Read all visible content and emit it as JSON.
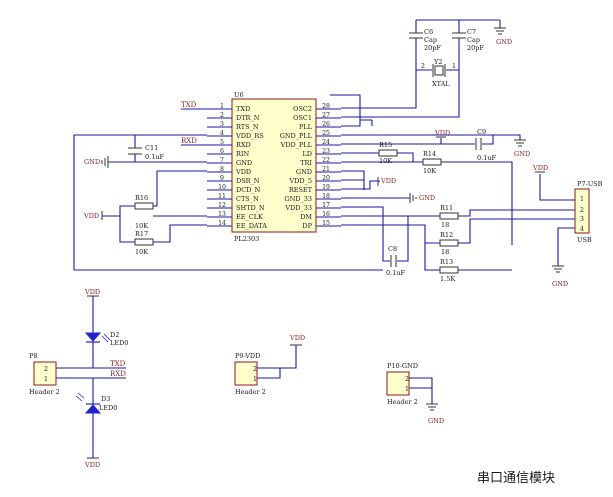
{
  "title": "串口通信模块",
  "colors": {
    "wire": "#1a1aa6",
    "body": "#8b1a1a",
    "header_fill": "#ffffcc",
    "led": "#2222cc"
  },
  "ic": {
    "ref": "U6",
    "part": "PL2303",
    "left_pins": [
      {
        "num": "1",
        "name": "TXD"
      },
      {
        "num": "2",
        "name": "DTR_N"
      },
      {
        "num": "3",
        "name": "RTS_N"
      },
      {
        "num": "4",
        "name": "VDD_RS"
      },
      {
        "num": "5",
        "name": "RXD"
      },
      {
        "num": "6",
        "name": "RIN"
      },
      {
        "num": "7",
        "name": "GND"
      },
      {
        "num": "8",
        "name": "VDD"
      },
      {
        "num": "9",
        "name": "DSR_N"
      },
      {
        "num": "10",
        "name": "DCD_N"
      },
      {
        "num": "11",
        "name": "CTS_N"
      },
      {
        "num": "12",
        "name": "SHTD_N"
      },
      {
        "num": "13",
        "name": "EE_CLK"
      },
      {
        "num": "14",
        "name": "EE_DATA"
      }
    ],
    "right_pins": [
      {
        "num": "28",
        "name": "OSC2"
      },
      {
        "num": "27",
        "name": "OSC1"
      },
      {
        "num": "26",
        "name": "PLL"
      },
      {
        "num": "25",
        "name": "GND_PLL"
      },
      {
        "num": "24",
        "name": "VDD_PLL"
      },
      {
        "num": "23",
        "name": "LD"
      },
      {
        "num": "22",
        "name": "TRI"
      },
      {
        "num": "21",
        "name": "GND"
      },
      {
        "num": "20",
        "name": "VDD_5"
      },
      {
        "num": "19",
        "name": "RESET"
      },
      {
        "num": "18",
        "name": "GND_33"
      },
      {
        "num": "17",
        "name": "VDD_33"
      },
      {
        "num": "16",
        "name": "DM"
      },
      {
        "num": "15",
        "name": "DP"
      }
    ]
  },
  "nets": {
    "txd": "TXD",
    "rxd": "RXD",
    "vdd": "VDD",
    "gnd": "GND"
  },
  "components": {
    "c6": {
      "ref": "C6",
      "type": "Cap",
      "value": "20pF"
    },
    "c7": {
      "ref": "C7",
      "type": "Cap",
      "value": "20pF"
    },
    "y2": {
      "ref": "Y2",
      "value": "XTAL",
      "pin2": "2",
      "pin1": "1"
    },
    "c11": {
      "ref": "C11",
      "value": "0.1uF"
    },
    "c9": {
      "ref": "C9",
      "value": "0.1uF"
    },
    "c8": {
      "ref": "C8",
      "value": "0.1uF"
    },
    "r15": {
      "ref": "R15",
      "value": "10K"
    },
    "r14": {
      "ref": "R14",
      "value": "10K"
    },
    "r16": {
      "ref": "R16",
      "value": "10K"
    },
    "r17": {
      "ref": "R17",
      "value": "10K"
    },
    "r11": {
      "ref": "R11",
      "value": "18"
    },
    "r12": {
      "ref": "R12",
      "value": "18"
    },
    "r13": {
      "ref": "R13",
      "value": "1.5K"
    },
    "d2": {
      "ref": "D2",
      "value": "LED0"
    },
    "d3": {
      "ref": "D3",
      "value": "LED0"
    },
    "p7": {
      "ref": "P7-USB",
      "value": "USB",
      "pins": [
        "1",
        "2",
        "3",
        "4"
      ]
    },
    "p8": {
      "ref": "P8",
      "value": "Header 2",
      "pins": [
        "2",
        "1"
      ]
    },
    "p9": {
      "ref": "P9-VDD",
      "value": "Header 2",
      "pins": [
        "2",
        "1"
      ]
    },
    "p10": {
      "ref": "P10-GND",
      "value": "Header 2",
      "pins": [
        "2",
        "1"
      ]
    }
  }
}
